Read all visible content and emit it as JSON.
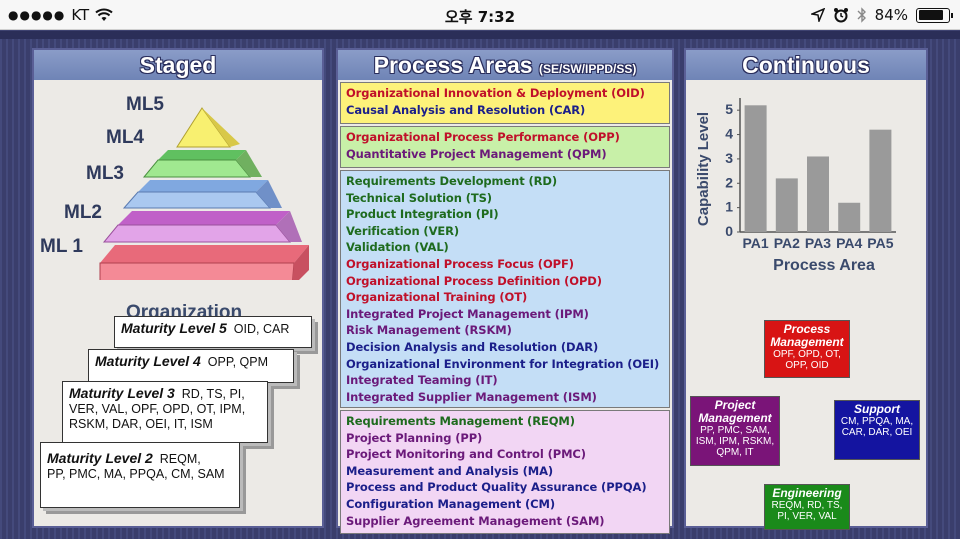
{
  "status_bar": {
    "carrier": "KT",
    "signal_dots": "●●●●●",
    "time": "오후 7:32",
    "battery": "84%",
    "battery_level": 0.84
  },
  "staged": {
    "title": "Staged",
    "pyramid_levels": [
      "ML5",
      "ML4",
      "ML3",
      "ML2",
      "ML 1"
    ],
    "pyramid_base": "Organization",
    "cards": [
      {
        "level": "Maturity Level 5",
        "areas": "OID, CAR"
      },
      {
        "level": "Maturity Level 4",
        "areas": "OPP, QPM"
      },
      {
        "level": "Maturity Level 3",
        "areas_line1": "RD, TS, PI,",
        "areas_line2": "VER, VAL, OPF, OPD, OT, IPM,",
        "areas_line3": "RSKM, DAR, OEI, IT, ISM"
      },
      {
        "level": "Maturity Level 2",
        "areas_line1": "REQM,",
        "areas_line2": "PP, PMC, MA, PPQA, CM, SAM"
      }
    ]
  },
  "process_areas": {
    "title": "Process Areas",
    "subtitle": "(SE/SW/IPPD/SS)",
    "groups": [
      {
        "color": "#fdf27a",
        "items": [
          {
            "text": "Organizational Innovation & Deployment (OID)",
            "cls": "c-red"
          },
          {
            "text": "Causal Analysis and Resolution (CAR)",
            "cls": "c-blue"
          }
        ]
      },
      {
        "color": "#c8f0a8",
        "items": [
          {
            "text": "Organizational Process Performance (OPP)",
            "cls": "c-red"
          },
          {
            "text": "Quantitative Project Management (QPM)",
            "cls": "c-purple"
          }
        ]
      },
      {
        "color": "#c4def6",
        "items": [
          {
            "text": "Requirements Development (RD)",
            "cls": "c-green"
          },
          {
            "text": "Technical Solution (TS)",
            "cls": "c-green"
          },
          {
            "text": "Product Integration (PI)",
            "cls": "c-green"
          },
          {
            "text": "Verification (VER)",
            "cls": "c-green"
          },
          {
            "text": "Validation (VAL)",
            "cls": "c-green"
          },
          {
            "text": "Organizational Process Focus (OPF)",
            "cls": "c-red"
          },
          {
            "text": "Organizational Process Definition (OPD)",
            "cls": "c-red"
          },
          {
            "text": "Organizational Training (OT)",
            "cls": "c-red"
          },
          {
            "text": "Integrated Project Management (IPM)",
            "cls": "c-purple"
          },
          {
            "text": "Risk Management (RSKM)",
            "cls": "c-purple"
          },
          {
            "text": "Decision Analysis and Resolution (DAR)",
            "cls": "c-blue"
          },
          {
            "text": "Organizational Environment for Integration (OEI)",
            "cls": "c-blue"
          },
          {
            "text": "Integrated Teaming (IT)",
            "cls": "c-purple"
          },
          {
            "text": "Integrated Supplier Management (ISM)",
            "cls": "c-purple"
          }
        ]
      },
      {
        "color": "#f2d6f4",
        "items": [
          {
            "text": "Requirements Management (REQM)",
            "cls": "c-green"
          },
          {
            "text": "Project Planning (PP)",
            "cls": "c-purple"
          },
          {
            "text": "Project Monitoring and Control (PMC)",
            "cls": "c-purple"
          },
          {
            "text": "Measurement and Analysis (MA)",
            "cls": "c-blue"
          },
          {
            "text": "Process and Product Quality Assurance (PPQA)",
            "cls": "c-blue"
          },
          {
            "text": "Configuration Management (CM)",
            "cls": "c-blue"
          },
          {
            "text": "Supplier Agreement Management (SAM)",
            "cls": "c-purple"
          }
        ]
      }
    ]
  },
  "continuous": {
    "title": "Continuous",
    "categories_diagram": {
      "process_management": {
        "title": "Process Management",
        "items": "OPF, OPD, OT, OPP, OID",
        "color": "#d81414"
      },
      "project_management": {
        "title": "Project Management",
        "items": "PP, PMC, SAM, ISM, IPM, RSKM, QPM, IT",
        "color": "#7a1478"
      },
      "support": {
        "title": "Support",
        "items": "CM, PPQA, MA, CAR, DAR, OEI",
        "color": "#1414a0"
      },
      "engineering": {
        "title": "Engineering",
        "items": "REQM, RD, TS, PI, VER, VAL",
        "color": "#1a8a1a"
      }
    }
  },
  "chart_data": {
    "type": "bar",
    "categories": [
      "PA1",
      "PA2",
      "PA3",
      "PA4",
      "PA5"
    ],
    "values": [
      5.2,
      2.2,
      3.1,
      1.2,
      4.2
    ],
    "xlabel": "Process Area",
    "ylabel": "Capability Level",
    "ylim": [
      0,
      5.5
    ],
    "yticks": [
      "0",
      "1",
      "2",
      "3",
      "4",
      "5"
    ],
    "bar_color": "#9a9a9a",
    "grid": false
  }
}
